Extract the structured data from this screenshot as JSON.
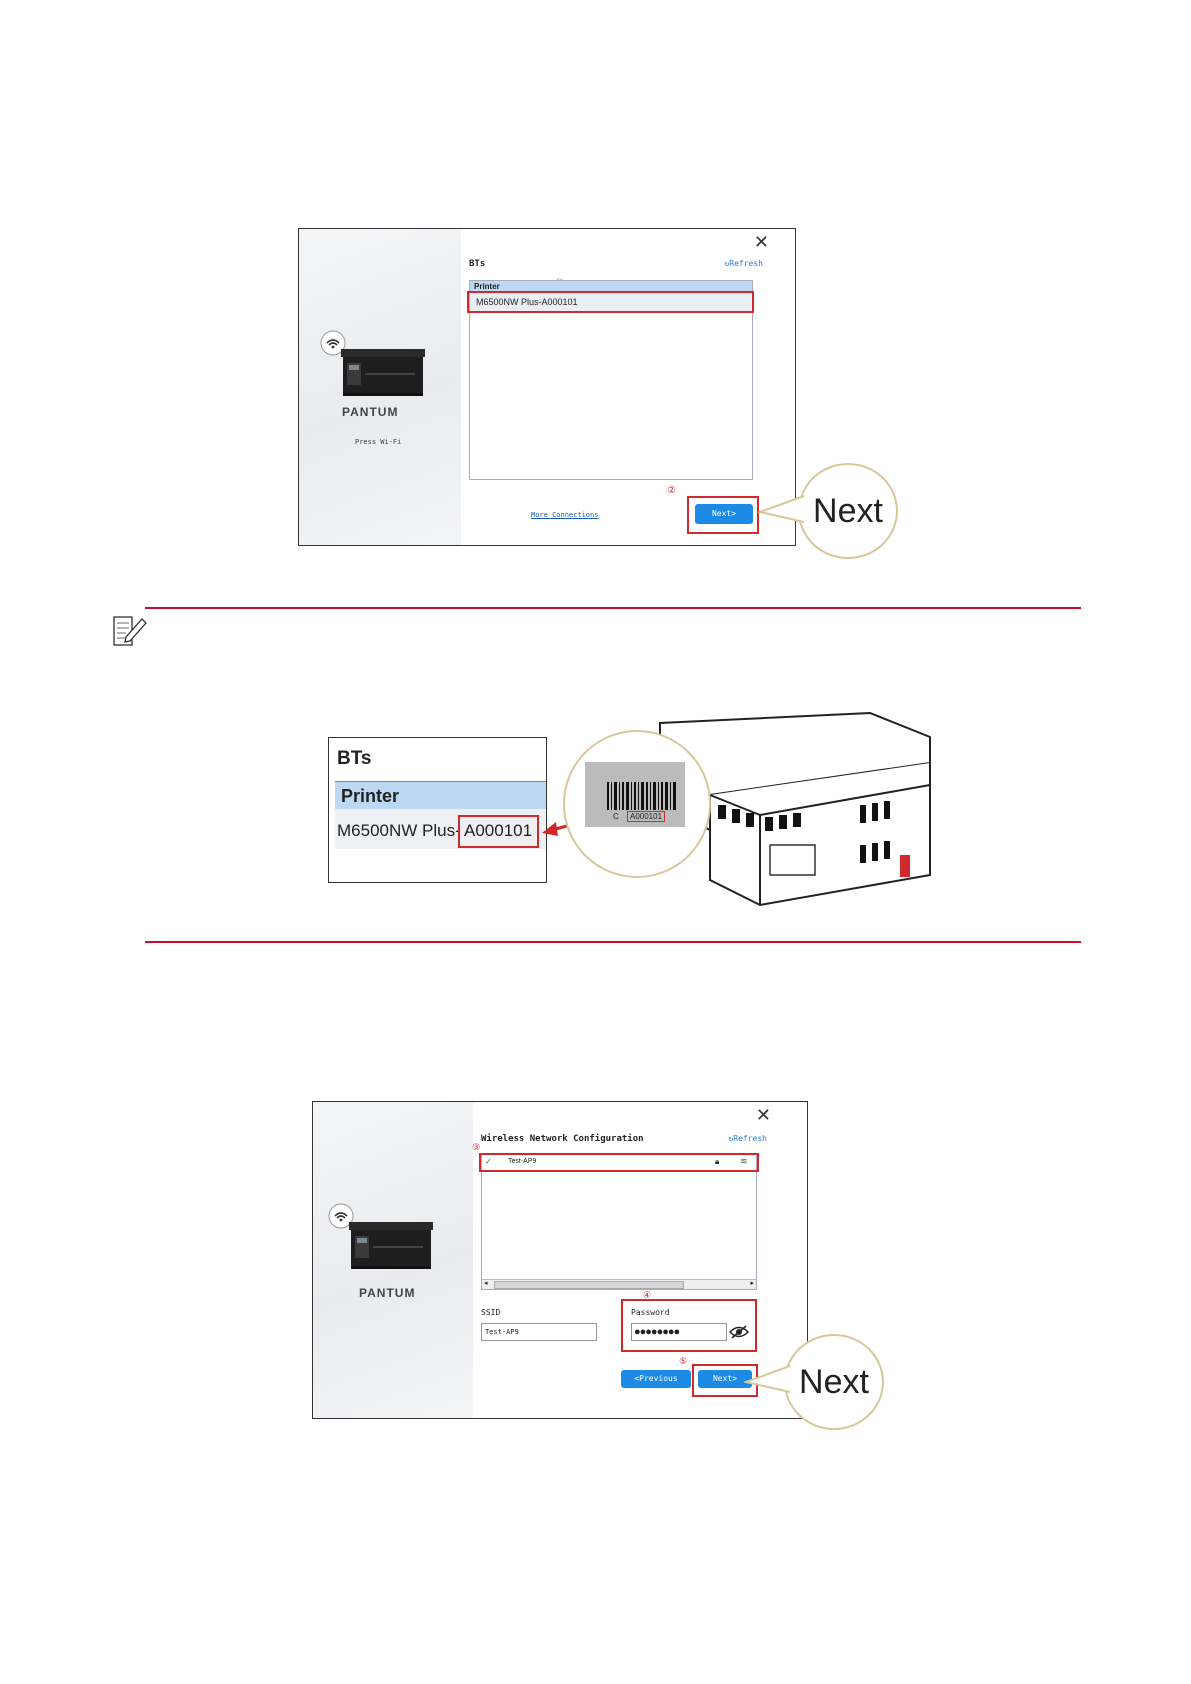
{
  "dialog1": {
    "title": "BTs",
    "refresh": "Refresh",
    "list_header": "Printer",
    "list_item": "M6500NW Plus-A000101",
    "brand": "PANTUM",
    "press_wifi": "Press Wi-Fi",
    "more_connections": "More Connections",
    "next_button": "Next>",
    "step1": "①",
    "step2": "②",
    "callout": "Next"
  },
  "note": {
    "bts_title": "BTs",
    "printer_header": "Printer",
    "model": "M6500NW Plus-",
    "serial": "A000101",
    "label_serial": "A000101",
    "label_prefix": "C"
  },
  "dialog2": {
    "title": "Wireless Network Configuration",
    "refresh": "Refresh",
    "network_item": "Test-AP9",
    "brand": "PANTUM",
    "ssid_label": "SSID",
    "ssid_value": "Test-AP9",
    "password_label": "Password",
    "password_value": "●●●●●●●●",
    "previous_button": "<Previous",
    "next_button": "Next>",
    "step3": "③",
    "step4": "④",
    "step5": "⑤",
    "callout": "Next"
  },
  "colors": {
    "accent_red": "#d22a2a",
    "rule_red": "#c8102e",
    "button_blue": "#1d8ae6",
    "list_header_blue": "#bcd8f2"
  }
}
